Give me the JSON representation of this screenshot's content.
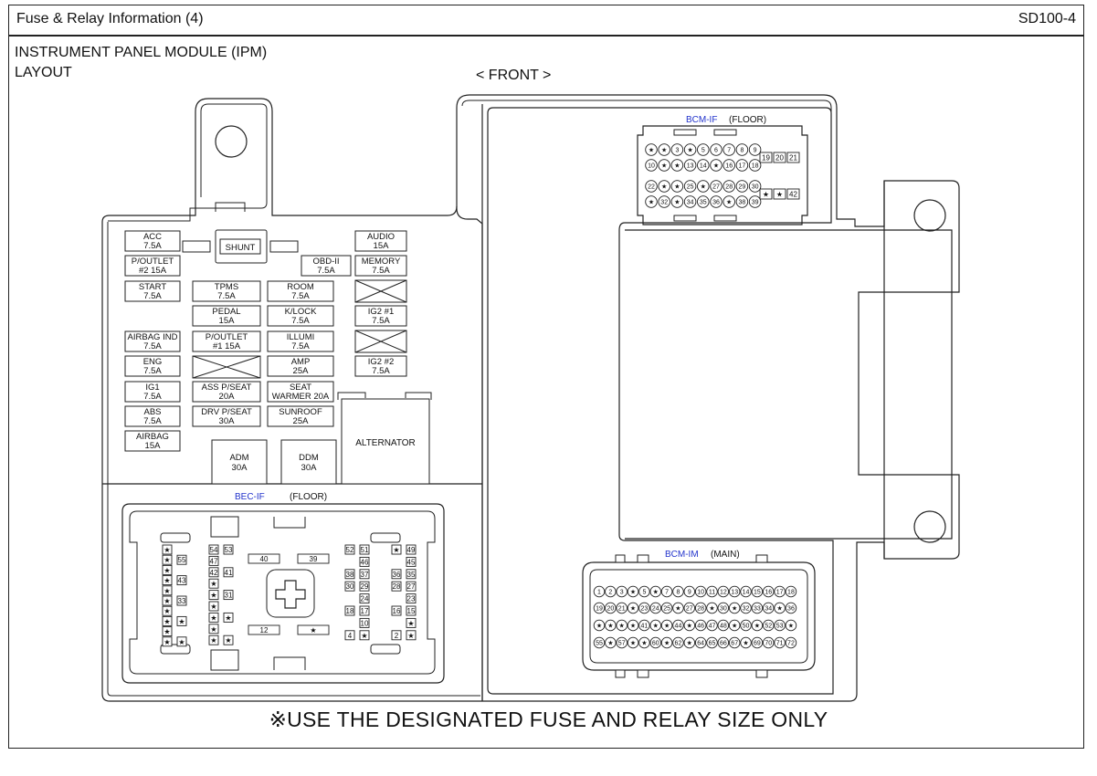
{
  "header": {
    "title": "Fuse & Relay Information (4)",
    "code": "SD100-4"
  },
  "module_title": {
    "line1": "INSTRUMENT PANEL MODULE (IPM)",
    "line2": "LAYOUT"
  },
  "front_label": "< FRONT >",
  "footer_note": "※USE THE DESIGNATED FUSE AND RELAY SIZE ONLY",
  "fuses": [
    {
      "id": "acc",
      "l1": "ACC",
      "l2": "7.5A"
    },
    {
      "id": "audio",
      "l1": "AUDIO",
      "l2": "15A"
    },
    {
      "id": "p-outlet-2",
      "l1": "P/OUTLET",
      "l2": "#2 15A"
    },
    {
      "id": "obd-ii",
      "l1": "OBD-II",
      "l2": "7.5A"
    },
    {
      "id": "memory",
      "l1": "MEMORY",
      "l2": "7.5A"
    },
    {
      "id": "start",
      "l1": "START",
      "l2": "7.5A"
    },
    {
      "id": "tpms",
      "l1": "TPMS",
      "l2": "7.5A"
    },
    {
      "id": "room",
      "l1": "ROOM",
      "l2": "7.5A"
    },
    {
      "id": "pedal",
      "l1": "PEDAL",
      "l2": "15A"
    },
    {
      "id": "k-lock",
      "l1": "K/LOCK",
      "l2": "7.5A"
    },
    {
      "id": "ig2-1",
      "l1": "IG2 #1",
      "l2": "7.5A"
    },
    {
      "id": "airbag-ind",
      "l1": "AIRBAG IND",
      "l2": "7.5A"
    },
    {
      "id": "p-outlet-1",
      "l1": "P/OUTLET",
      "l2": "#1 15A"
    },
    {
      "id": "illumi",
      "l1": "ILLUMI",
      "l2": "7.5A"
    },
    {
      "id": "eng",
      "l1": "ENG",
      "l2": "7.5A"
    },
    {
      "id": "amp",
      "l1": "AMP",
      "l2": "25A"
    },
    {
      "id": "ig2-2",
      "l1": "IG2 #2",
      "l2": "7.5A"
    },
    {
      "id": "ig1",
      "l1": "IG1",
      "l2": "7.5A"
    },
    {
      "id": "ass-p-seat",
      "l1": "ASS P/SEAT",
      "l2": "20A"
    },
    {
      "id": "seat-warmer",
      "l1": "SEAT",
      "l2": "WARMER 20A"
    },
    {
      "id": "abs",
      "l1": "ABS",
      "l2": "7.5A"
    },
    {
      "id": "drv-p-seat",
      "l1": "DRV P/SEAT",
      "l2": "30A"
    },
    {
      "id": "sunroof",
      "l1": "SUNROOF",
      "l2": "25A"
    },
    {
      "id": "airbag",
      "l1": "AIRBAG",
      "l2": "15A"
    },
    {
      "id": "adm",
      "l1": "ADM",
      "l2": "30A"
    },
    {
      "id": "ddm",
      "l1": "DDM",
      "l2": "30A"
    }
  ],
  "shunt_label": "SHUNT",
  "alternator_label": "ALTERNATOR",
  "connectors": {
    "bcm_if": {
      "name": "BCM-IF",
      "location": "(FLOOR)",
      "name_color": "#2233cc",
      "row1": [
        "★",
        "★",
        "3",
        "★",
        "5",
        "6",
        "7",
        "8",
        "9"
      ],
      "row2": [
        "10",
        "★",
        "★",
        "13",
        "14",
        "★",
        "16",
        "17",
        "18"
      ],
      "row1_side": [
        "19",
        "20",
        "21"
      ],
      "row3": [
        "22",
        "★",
        "★",
        "25",
        "★",
        "27",
        "28",
        "29",
        "30"
      ],
      "row4": [
        "★",
        "32",
        "★",
        "34",
        "35",
        "36",
        "★",
        "38",
        "39"
      ],
      "row3_side": [
        "★",
        "★",
        "42"
      ]
    },
    "bec_if": {
      "name": "BEC-IF",
      "location": "(FLOOR)",
      "name_color": "#2233cc",
      "pins_left": [
        [
          "★",
          ""
        ],
        [
          "★",
          "55"
        ],
        [
          "★",
          ""
        ],
        [
          "★",
          "43"
        ],
        [
          "★",
          ""
        ],
        [
          "★",
          "33"
        ],
        [
          "★",
          ""
        ],
        [
          "★",
          "★"
        ],
        [
          "★",
          ""
        ],
        [
          "★",
          "★"
        ]
      ],
      "pins_mid_left": [
        [
          "54",
          "53"
        ],
        [
          "47",
          ""
        ],
        [
          "42",
          "41"
        ],
        [
          "★",
          ""
        ],
        [
          "★",
          "31"
        ],
        [
          "★",
          ""
        ],
        [
          "★",
          "★"
        ],
        [
          "★",
          ""
        ],
        [
          "★",
          "★"
        ]
      ],
      "pins_center": [
        "40",
        "39",
        "12",
        "★"
      ],
      "pins_mid_right": [
        [
          "52",
          "51"
        ],
        [
          "",
          "46"
        ],
        [
          "38",
          "37"
        ],
        [
          "30",
          "29"
        ],
        [
          "",
          "24"
        ],
        [
          "18",
          "17"
        ],
        [
          "",
          "10"
        ],
        [
          "4",
          "★"
        ]
      ],
      "pins_right": [
        [
          "★",
          "49"
        ],
        [
          "",
          "45"
        ],
        [
          "36",
          "35"
        ],
        [
          "28",
          "27"
        ],
        [
          "",
          "23"
        ],
        [
          "16",
          "15"
        ],
        [
          "",
          "★"
        ],
        [
          "2",
          "★"
        ]
      ]
    },
    "bcm_im": {
      "name": "BCM-IM",
      "location": "(MAIN)",
      "name_color": "#2233cc",
      "row1": [
        "1",
        "2",
        "3",
        "★",
        "5",
        "★",
        "7",
        "8",
        "9",
        "10",
        "11",
        "12",
        "13",
        "14",
        "15",
        "16",
        "17",
        "18"
      ],
      "row2": [
        "19",
        "20",
        "21",
        "★",
        "23",
        "24",
        "25",
        "★",
        "27",
        "28",
        "★",
        "30",
        "★",
        "32",
        "33",
        "34",
        "★",
        "36"
      ],
      "row3": [
        "★",
        "★",
        "★",
        "★",
        "41",
        "★",
        "★",
        "44",
        "★",
        "46",
        "47",
        "48",
        "★",
        "50",
        "★",
        "52",
        "53",
        "★"
      ],
      "row4": [
        "55",
        "★",
        "57",
        "★",
        "★",
        "60",
        "★",
        "62",
        "★",
        "64",
        "65",
        "66",
        "67",
        "★",
        "69",
        "70",
        "71",
        "72"
      ]
    }
  }
}
